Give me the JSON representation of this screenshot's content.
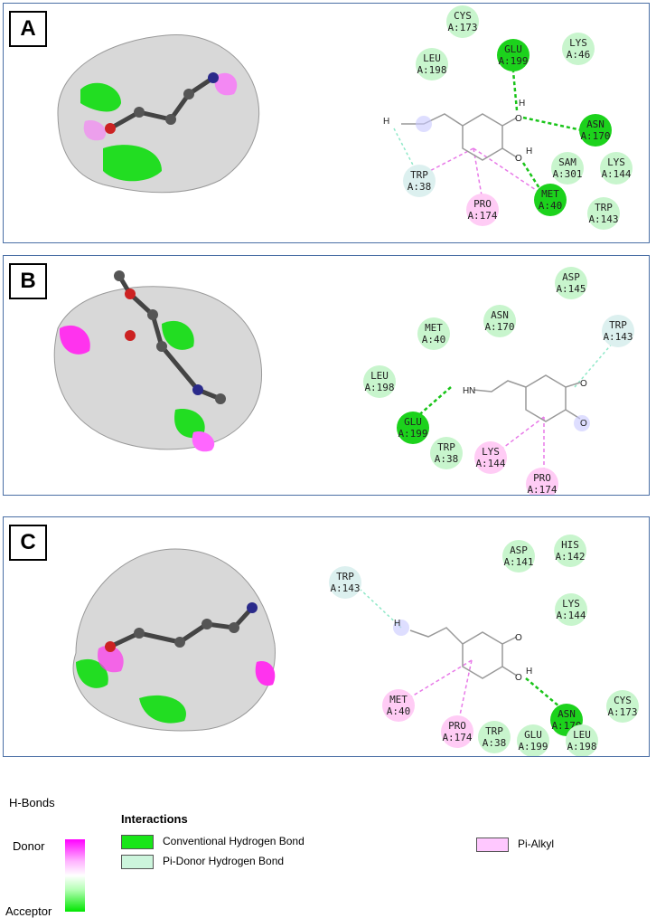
{
  "panels": [
    {
      "letter": "A",
      "residues": [
        {
          "name": "CYS",
          "id": "A:173",
          "type": "vdw"
        },
        {
          "name": "LEU",
          "id": "A:198",
          "type": "vdw"
        },
        {
          "name": "GLU",
          "id": "A:199",
          "type": "hbond"
        },
        {
          "name": "LYS",
          "id": "A:46",
          "type": "vdw"
        },
        {
          "name": "ASN",
          "id": "A:170",
          "type": "hbond"
        },
        {
          "name": "SAM",
          "id": "A:301",
          "type": "vdw"
        },
        {
          "name": "LYS",
          "id": "A:144",
          "type": "vdw"
        },
        {
          "name": "TRP",
          "id": "A:38",
          "type": "pidonor"
        },
        {
          "name": "PRO",
          "id": "A:174",
          "type": "pialkyl"
        },
        {
          "name": "MET",
          "id": "A:40",
          "type": "hbond"
        },
        {
          "name": "TRP",
          "id": "A:143",
          "type": "vdw"
        }
      ]
    },
    {
      "letter": "B",
      "residues": [
        {
          "name": "ASP",
          "id": "A:145",
          "type": "vdw"
        },
        {
          "name": "ASN",
          "id": "A:170",
          "type": "vdw"
        },
        {
          "name": "MET",
          "id": "A:40",
          "type": "vdw"
        },
        {
          "name": "TRP",
          "id": "A:143",
          "type": "pidonor"
        },
        {
          "name": "LEU",
          "id": "A:198",
          "type": "vdw"
        },
        {
          "name": "GLU",
          "id": "A:199",
          "type": "hbond"
        },
        {
          "name": "TRP",
          "id": "A:38",
          "type": "vdw"
        },
        {
          "name": "LYS",
          "id": "A:144",
          "type": "pialkyl"
        },
        {
          "name": "PRO",
          "id": "A:174",
          "type": "pialkyl"
        }
      ]
    },
    {
      "letter": "C",
      "residues": [
        {
          "name": "HIS",
          "id": "A:142",
          "type": "vdw"
        },
        {
          "name": "ASP",
          "id": "A:141",
          "type": "vdw"
        },
        {
          "name": "TRP",
          "id": "A:143",
          "type": "pidonor"
        },
        {
          "name": "LYS",
          "id": "A:144",
          "type": "vdw"
        },
        {
          "name": "MET",
          "id": "A:40",
          "type": "pialkyl"
        },
        {
          "name": "ASN",
          "id": "A:170",
          "type": "hbond"
        },
        {
          "name": "CYS",
          "id": "A:173",
          "type": "vdw"
        },
        {
          "name": "PRO",
          "id": "A:174",
          "type": "pialkyl"
        },
        {
          "name": "TRP",
          "id": "A:38",
          "type": "vdw"
        },
        {
          "name": "GLU",
          "id": "A:199",
          "type": "vdw"
        },
        {
          "name": "LEU",
          "id": "A:198",
          "type": "vdw"
        }
      ]
    }
  ],
  "atoms": {
    "hydrogen": "H",
    "nitrogen": "N",
    "oxygen": "O"
  },
  "legend": {
    "hbonds_title": "H-Bonds",
    "donor_label": "Donor",
    "acceptor_label": "Acceptor",
    "interactions_title": "Interactions",
    "items": [
      {
        "label": "Conventional Hydrogen Bond",
        "color": "#19e619"
      },
      {
        "label": "Pi-Donor Hydrogen Bond",
        "color": "#ccf5dc"
      },
      {
        "label": "Pi-Alkyl",
        "color": "#ffc8ff"
      }
    ]
  },
  "colors": {
    "hbond": "#1cd21c",
    "vdw": "#c8f5cd",
    "pidonor": "#dcf0ef",
    "pialkyl": "#ffccf5",
    "hbond_line": "#19c419",
    "pidonor_line": "#8fe8c8",
    "pialkyl_line": "#e87ae8"
  }
}
